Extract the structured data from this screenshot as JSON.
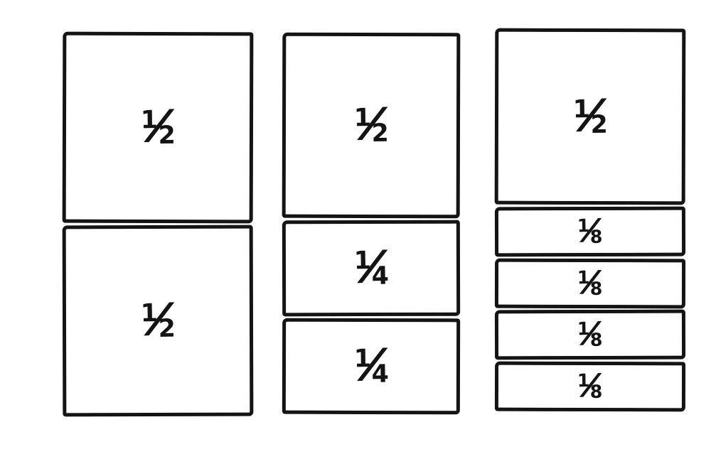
{
  "figure": {
    "ink_color": "#141414",
    "background_color": "#ffffff",
    "bars": [
      {
        "name": "halves-bar",
        "sections": [
          {
            "label": "1/2",
            "numerator": "1",
            "denominator": "2",
            "fraction_value": 0.5
          },
          {
            "label": "1/2",
            "numerator": "1",
            "denominator": "2",
            "fraction_value": 0.5
          }
        ]
      },
      {
        "name": "half-and-quarters-bar",
        "sections": [
          {
            "label": "1/2",
            "numerator": "1",
            "denominator": "2",
            "fraction_value": 0.5
          },
          {
            "label": "1/4",
            "numerator": "1",
            "denominator": "4",
            "fraction_value": 0.25
          },
          {
            "label": "1/4",
            "numerator": "1",
            "denominator": "4",
            "fraction_value": 0.25
          }
        ]
      },
      {
        "name": "half-and-eighths-bar",
        "sections": [
          {
            "label": "1/2",
            "numerator": "1",
            "denominator": "2",
            "fraction_value": 0.5
          },
          {
            "label": "1/8",
            "numerator": "1",
            "denominator": "8",
            "fraction_value": 0.125
          },
          {
            "label": "1/8",
            "numerator": "1",
            "denominator": "8",
            "fraction_value": 0.125
          },
          {
            "label": "1/8",
            "numerator": "1",
            "denominator": "8",
            "fraction_value": 0.125
          },
          {
            "label": "1/8",
            "numerator": "1",
            "denominator": "8",
            "fraction_value": 0.125
          }
        ]
      }
    ],
    "slash_glyph": "⁄"
  }
}
